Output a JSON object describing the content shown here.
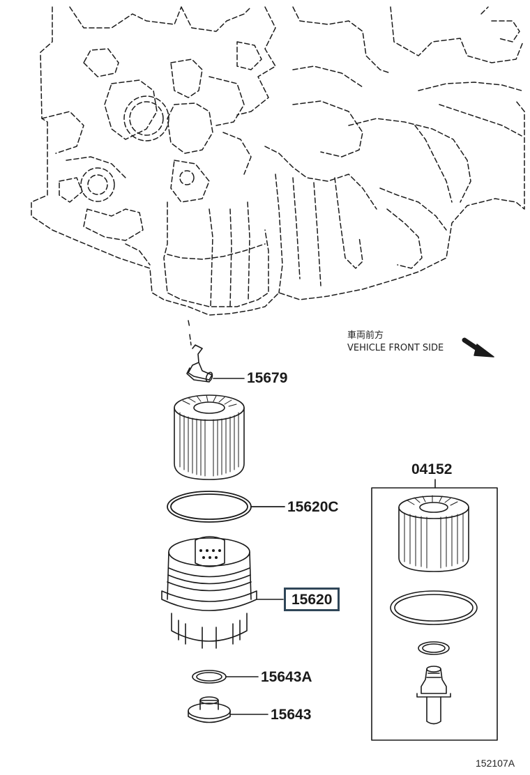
{
  "direction": {
    "jp": "車両前方",
    "en": "VEHICLE FRONT SIDE"
  },
  "parts": {
    "p15679": "15679",
    "p15620c": "15620C",
    "p15620": "15620",
    "p15643a": "15643A",
    "p15643": "15643",
    "p04152": "04152"
  },
  "highlighted_part": "15620",
  "figure_ref": "152107A",
  "colors": {
    "line": "#1a1a1a",
    "highlight_border": "#2f4658"
  }
}
